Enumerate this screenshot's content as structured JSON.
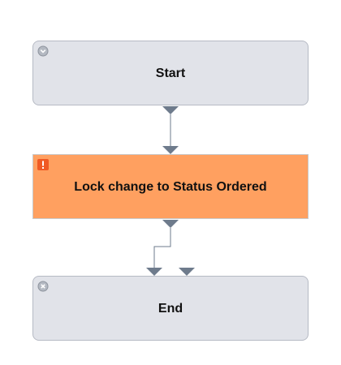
{
  "workflow": {
    "nodes": [
      {
        "label": "Start",
        "kind": "start",
        "icon": "circle-chevron-down-icon"
      },
      {
        "label": "Lock change to Status Ordered",
        "kind": "activity",
        "icon": "exclamation-icon"
      },
      {
        "label": "End",
        "kind": "end",
        "icon": "circle-x-icon"
      }
    ]
  },
  "colors": {
    "node_gray": "#e1e3e9",
    "node_activity": "#ffa060",
    "connector": "#6e7b8c",
    "alert_icon": "#f05a24"
  }
}
